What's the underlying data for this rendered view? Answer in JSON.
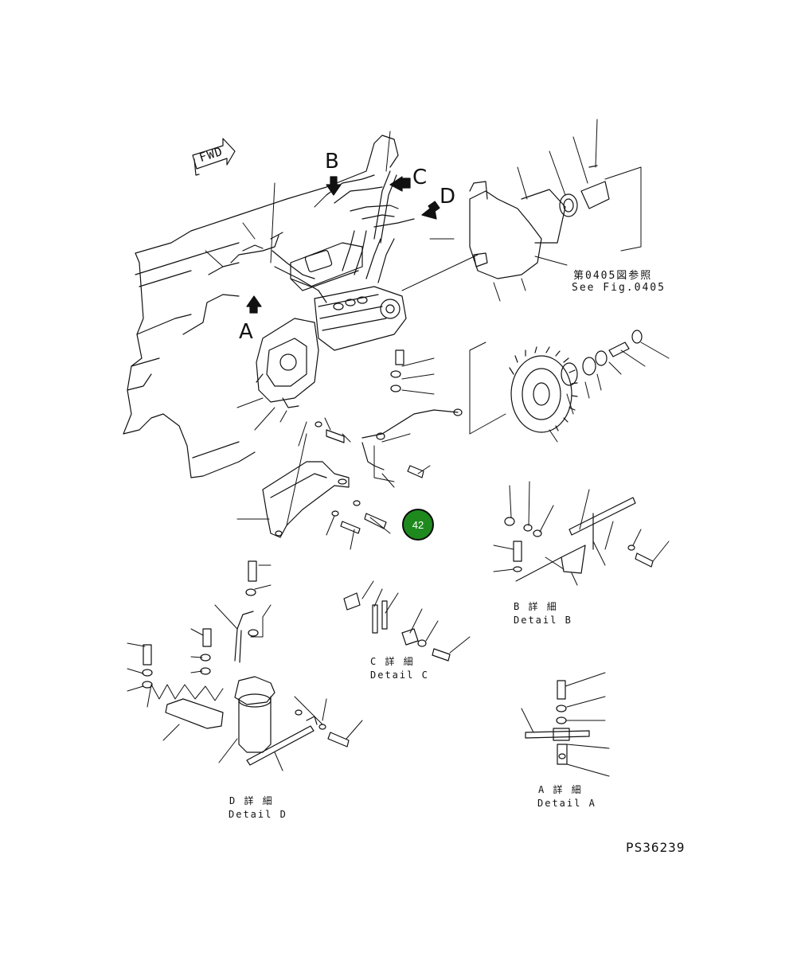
{
  "view_labels": {
    "a": "A",
    "b": "B",
    "c": "C",
    "d": "D"
  },
  "fwd_label": "FWD",
  "reference": {
    "jp": "第0405図参照",
    "en": "See Fig.0405"
  },
  "details": {
    "b": {
      "jp": "B 詳 細",
      "en": "Detail B"
    },
    "c": {
      "jp": "C 詳 細",
      "en": "Detail C"
    },
    "d": {
      "jp": "D 詳 細",
      "en": "Detail D"
    },
    "a": {
      "jp": "A 詳 細",
      "en": "Detail A"
    }
  },
  "callout": {
    "number": "42"
  },
  "drawing_code": "PS36239",
  "colors": {
    "callout_fill": "#1e8a1e",
    "line": "#111111"
  }
}
